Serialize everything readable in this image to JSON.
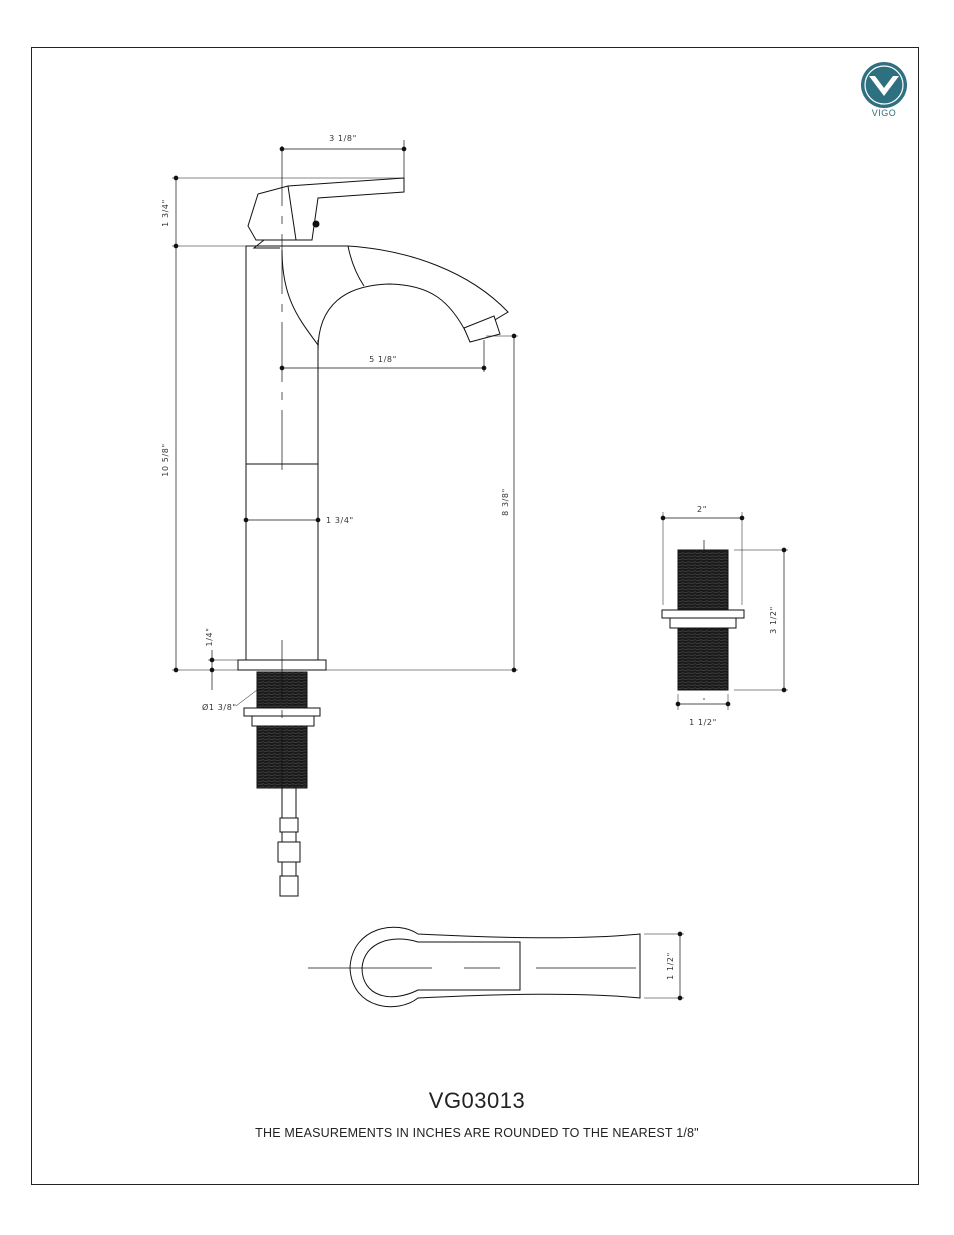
{
  "brand": {
    "name": "VIGO",
    "color": "#2e6f80"
  },
  "model": "VG03013",
  "note": "THE MEASUREMENTS IN INCHES ARE ROUNDED TO THE NEAREST 1/8\"",
  "dimensions": {
    "handle_reach": "3 1/8\"",
    "handle_height": "1 3/4\"",
    "spout_reach": "5 1/8\"",
    "total_height": "10 5/8\"",
    "spout_height": "8 3/8\"",
    "body_width": "1 3/4\"",
    "base_thickness": "1/4\"",
    "hole_diameter": "Ø1 3/8\"",
    "mount_width": "2\"",
    "mount_height": "3 1/2\"",
    "shank_diameter": "1 1/2\"",
    "top_view_width": "1 1/2\""
  }
}
